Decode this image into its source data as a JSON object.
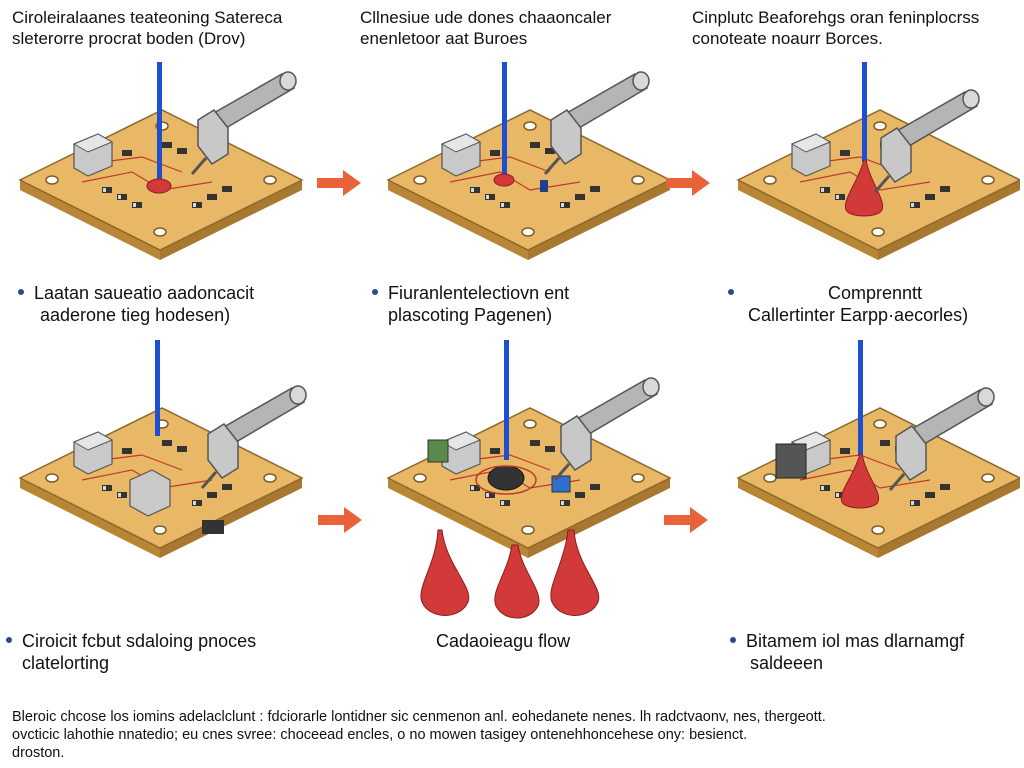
{
  "steps": [
    {
      "title": "Ciroleiralaanes teateoning Satereca\nsleterorre procrat boden (Drov)",
      "caption": [
        "Laatan saueatio aadoncacit",
        "aaderone tieg hodesen)"
      ]
    },
    {
      "title": "Cllnesiue ude dones chaaoncaler\nenenletoor aat Buroes",
      "caption": [
        "Fiuranlentelectiovn ent",
        "plascoting Pagenen)"
      ]
    },
    {
      "title": "Cinplutc Beaforehgs oran feninplocrss\nconoteate noaurr Borces.",
      "caption": [
        "Comprenntt",
        "Callertinter Earpp·aecorles)"
      ]
    },
    {
      "title": "",
      "caption": [
        "Ciroicit fcbut sdaloing pnoces",
        "clatelorting"
      ]
    },
    {
      "title": "",
      "caption": [
        "Cadaoieagu flow",
        ""
      ]
    },
    {
      "title": "",
      "caption": [
        "Bitamem iol mas dlarnamgf",
        "saldeeen"
      ]
    }
  ],
  "footer": {
    "lines": [
      "Bleroic chcose los iomins adelaclclunt : fdciorarle lontidner sic cenmenon anl. eohedanete nenes. lh radctvaonv, nes, thergeott.",
      "ovcticic lahothie nnatedio; eu cnes svree: choceead encles, o no mowen tasigey ontenehhoncehese ony: besienct.",
      "droston."
    ]
  },
  "colors": {
    "board": "#e9b866",
    "board_edge": "#b98636",
    "probe": "#1f4fd1",
    "solder": "#d23a3a",
    "iron": "#9a9a9a",
    "arrow": "#e8623a",
    "bullet": "#2a4a8c"
  },
  "icons": [
    "soldering-iron-icon",
    "probe-icon",
    "solder-drop-icon",
    "step-arrow-icon"
  ]
}
